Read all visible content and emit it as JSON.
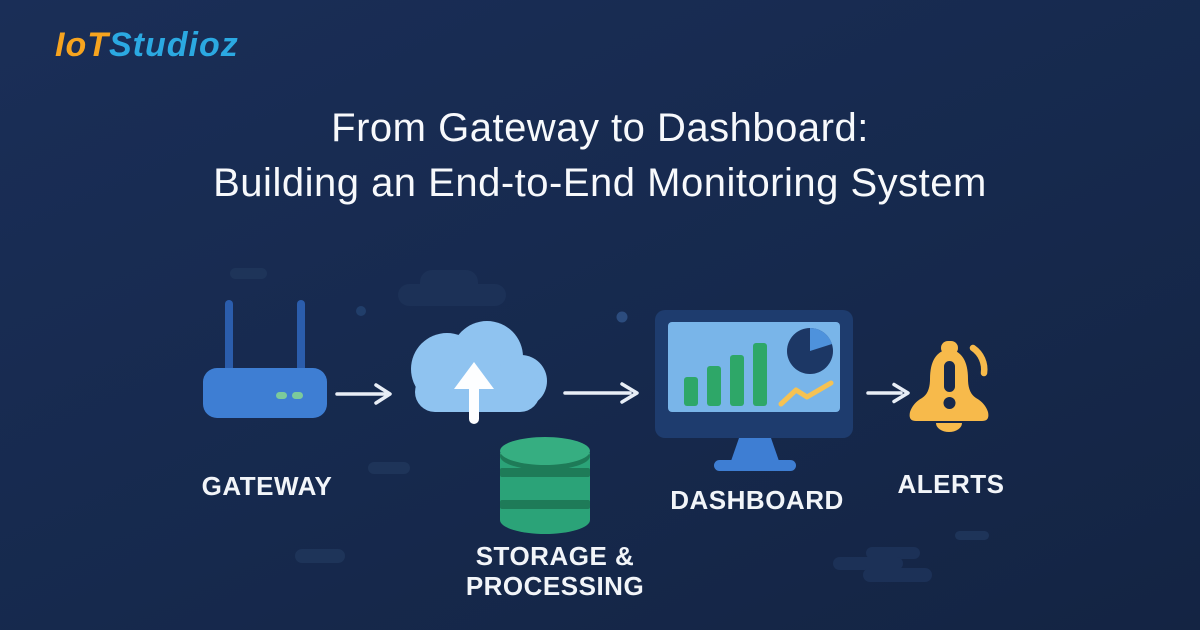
{
  "logo": {
    "prefix": "IoT",
    "suffix": "Studioz"
  },
  "title": {
    "line1": "From Gateway to Dashboard:",
    "line2": "Building an End-to-End Monitoring System"
  },
  "pipeline": {
    "connector": "arrow-right",
    "stages": [
      {
        "name": "gateway",
        "icon": "router-icon",
        "label": "GATEWAY"
      },
      {
        "name": "storage-processing",
        "icon": "cloud-upload-database-icon",
        "label_line1": "STORAGE &",
        "label_line2": "PROCESSING"
      },
      {
        "name": "dashboard",
        "icon": "monitor-charts-icon",
        "label": "DASHBOARD"
      },
      {
        "name": "alerts",
        "icon": "alert-bell-icon",
        "label": "ALERTS"
      }
    ]
  },
  "colors": {
    "bg": "#16294d",
    "bgLight": "#1a2e57",
    "bgDark": "#142443",
    "logoOrange": "#f7a41f",
    "logoBlue": "#2ba9e2",
    "titleText": "#f7f9fc",
    "labelText": "#f2f5f9",
    "arrow": "#e8eef6",
    "routerBody": "#3e7ed3",
    "antenna": "#2b5dac",
    "led": "#7cca9b",
    "cloud": "#8fc3f0",
    "white": "#fdfeff",
    "db": "#2ba378",
    "dbDark": "#1e7b58",
    "dbTop": "#36ae81",
    "frame": "#1e3c6e",
    "screen": "#79b5e9",
    "bar": "#2ea768",
    "pie": "#1c3765",
    "pieSlice": "#4e92dc",
    "chartLine": "#f6c253",
    "stand": "#3e7ed3",
    "bell": "#f7ba4b",
    "decoPill": "#1e3459",
    "decoCloud": "#1c3157",
    "dotDim": "#213e6a",
    "dotBright": "#2c4c7e"
  }
}
